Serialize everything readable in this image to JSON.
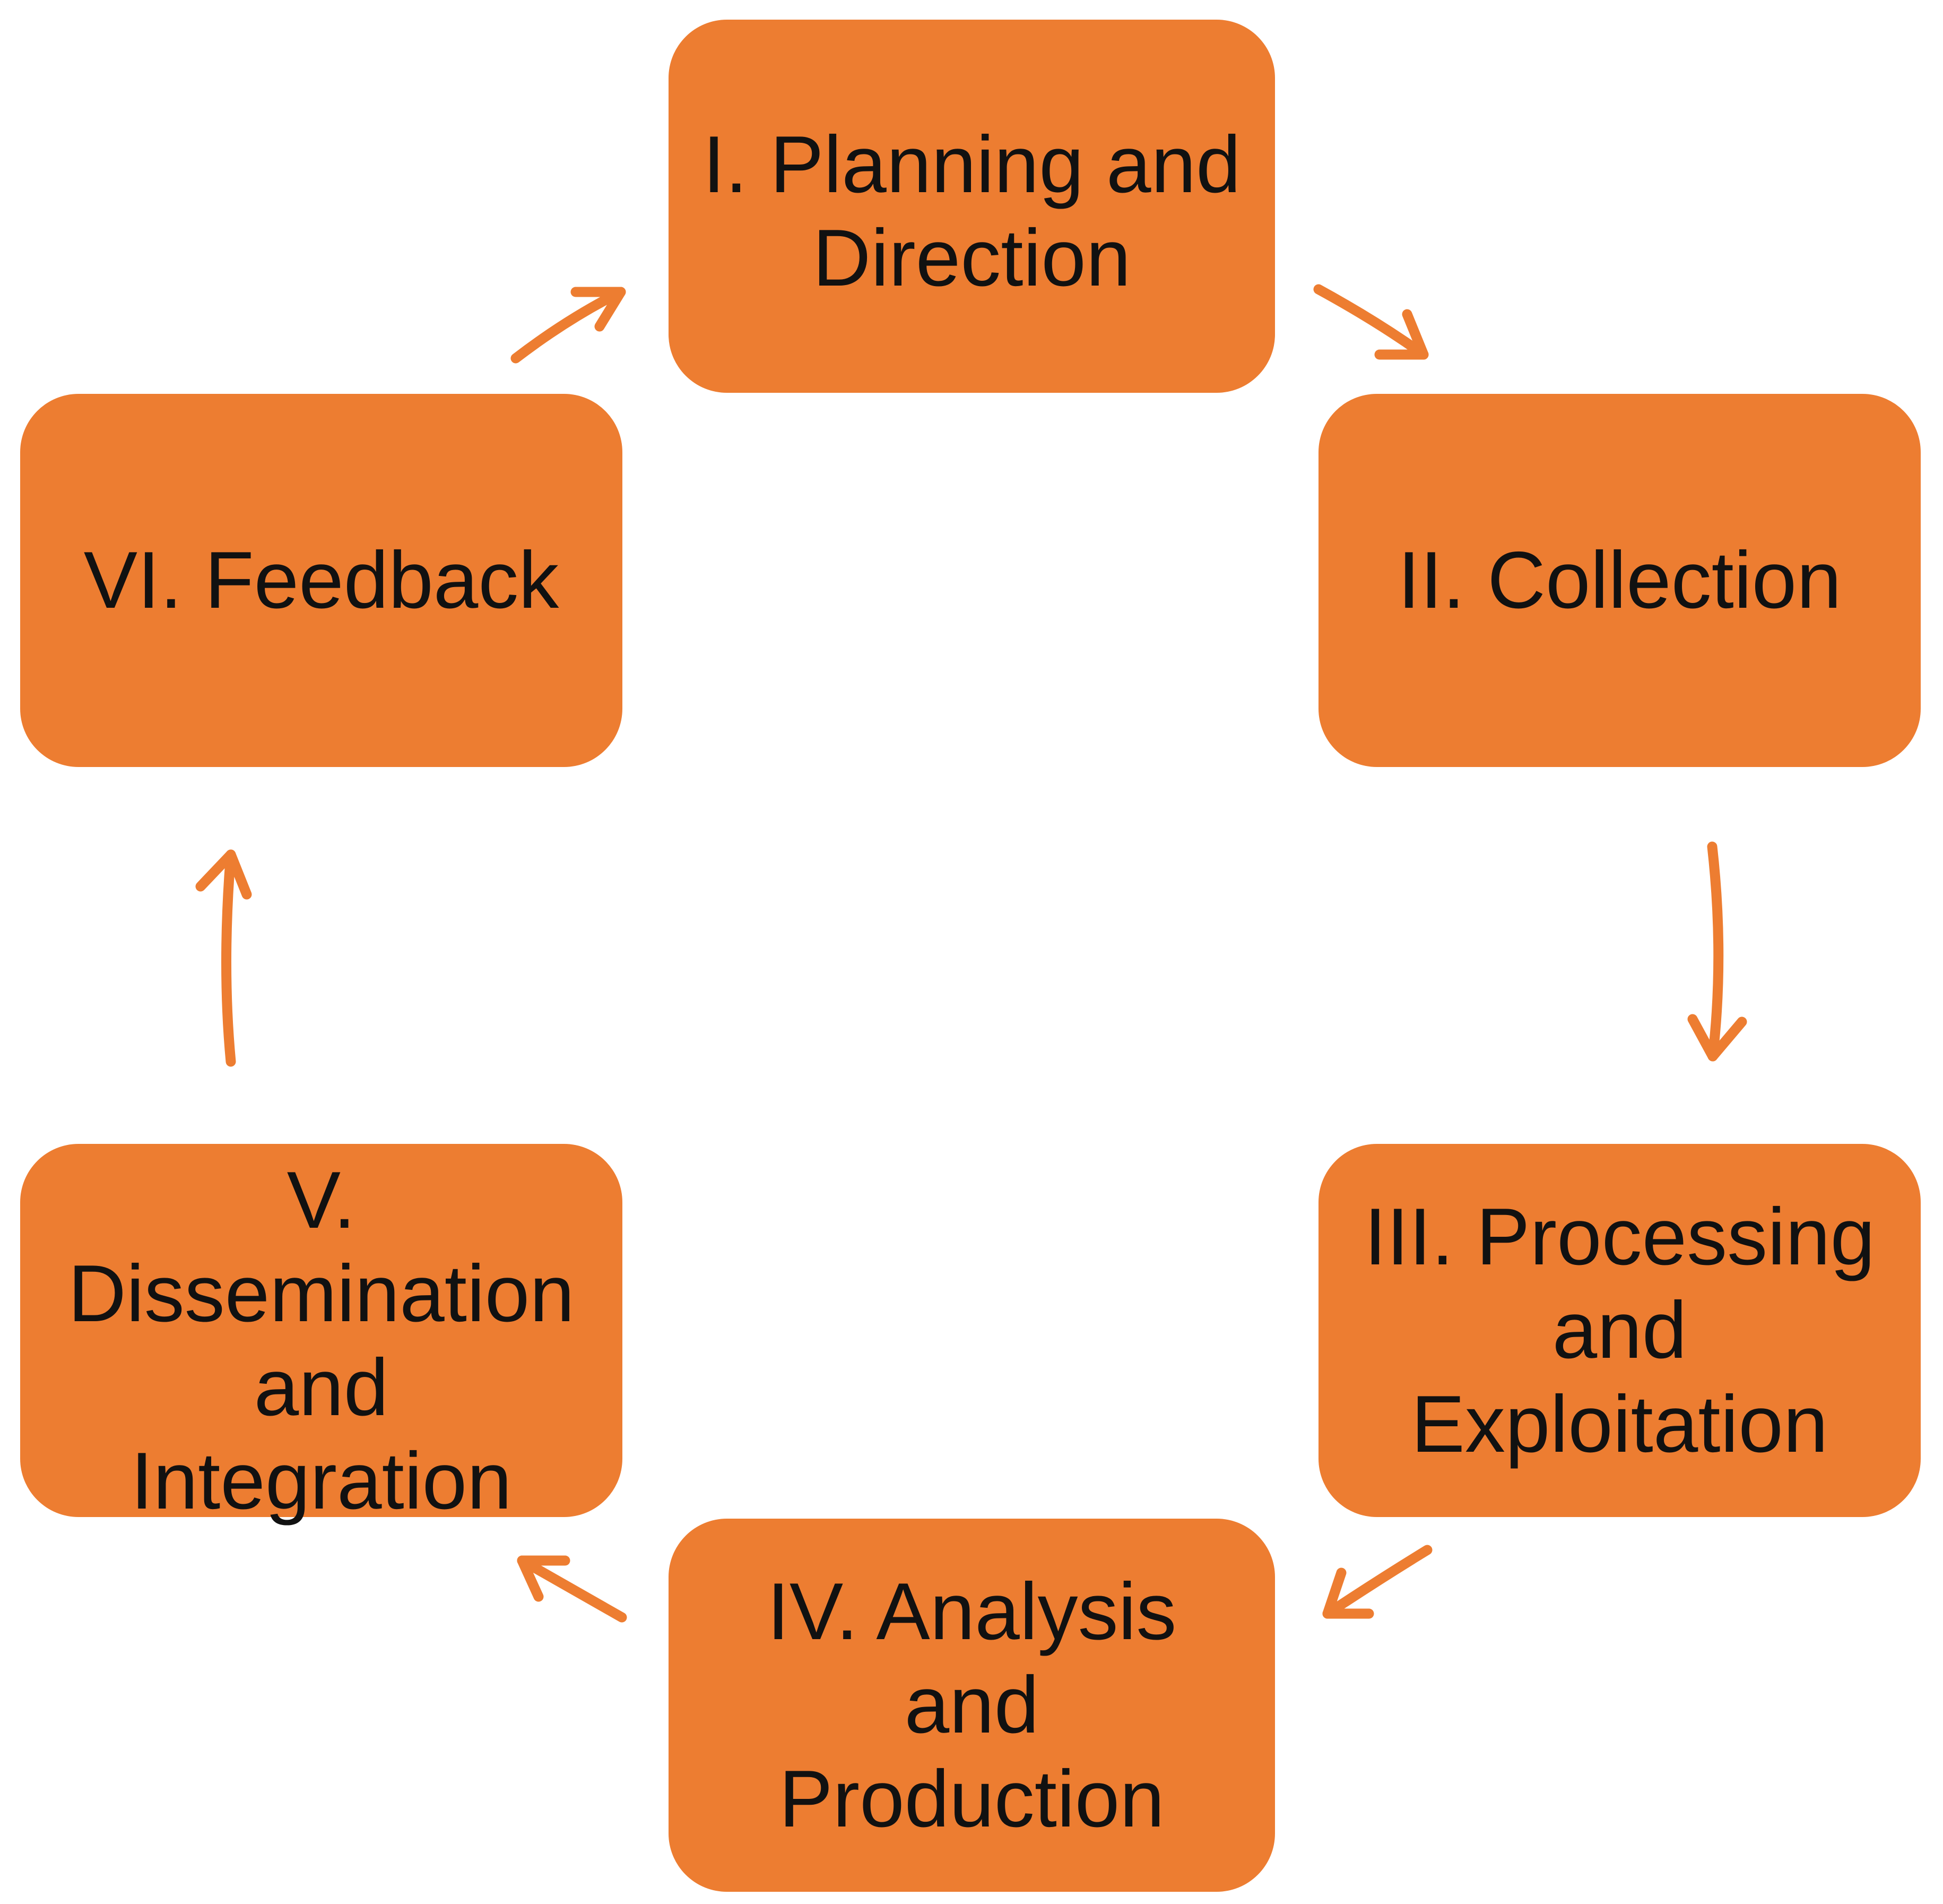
{
  "diagram": {
    "type": "cycle",
    "fill_color": "#ED7D31",
    "text_color": "#111111",
    "background": "#FFFFFF",
    "nodes": [
      {
        "label": "I. Planning and\nDirection"
      },
      {
        "label": "II. Collection"
      },
      {
        "label": "III. Processing\nand\nExploitation"
      },
      {
        "label": "IV. Analysis\nand\nProduction"
      },
      {
        "label": "V.\nDissemination\nand\nIntegration"
      },
      {
        "label": "VI. Feedback"
      }
    ],
    "edges": [
      {
        "from": "I. Planning and Direction",
        "to": "II. Collection"
      },
      {
        "from": "II. Collection",
        "to": "III. Processing and Exploitation"
      },
      {
        "from": "III. Processing and Exploitation",
        "to": "IV. Analysis and Production"
      },
      {
        "from": "IV. Analysis and Production",
        "to": "V. Dissemination and Integration"
      },
      {
        "from": "V. Dissemination and Integration",
        "to": "VI. Feedback"
      },
      {
        "from": "VI. Feedback",
        "to": "I. Planning and Direction"
      }
    ]
  }
}
